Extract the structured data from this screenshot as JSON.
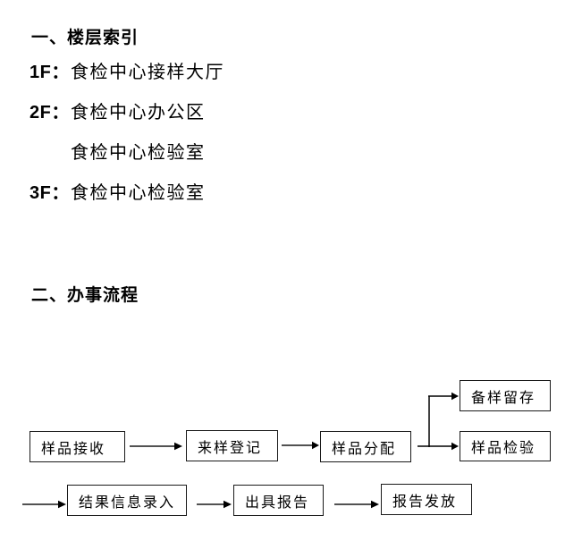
{
  "sections": {
    "floor_index": {
      "heading": "一、楼层索引",
      "entries": [
        {
          "floor": "1F：",
          "text": "食检中心接样大厅"
        },
        {
          "floor": "2F：",
          "text": "食检中心办公区"
        },
        {
          "floor": "",
          "text": "食检中心检验室"
        },
        {
          "floor": "3F：",
          "text": "食检中心检验室"
        }
      ]
    },
    "process": {
      "heading": "二、办事流程",
      "nodes": [
        {
          "label": "样品接收"
        },
        {
          "label": "来样登记"
        },
        {
          "label": "样品分配"
        },
        {
          "label": "备样留存"
        },
        {
          "label": "样品检验"
        },
        {
          "label": "结果信息录入"
        },
        {
          "label": "出具报告"
        },
        {
          "label": "报告发放"
        }
      ]
    }
  },
  "colors": {
    "text": "#000000",
    "box_border": "#1a1a1a",
    "arrow_shaft": "#525252",
    "arrow_head": "#000000",
    "background": "#ffffff"
  }
}
